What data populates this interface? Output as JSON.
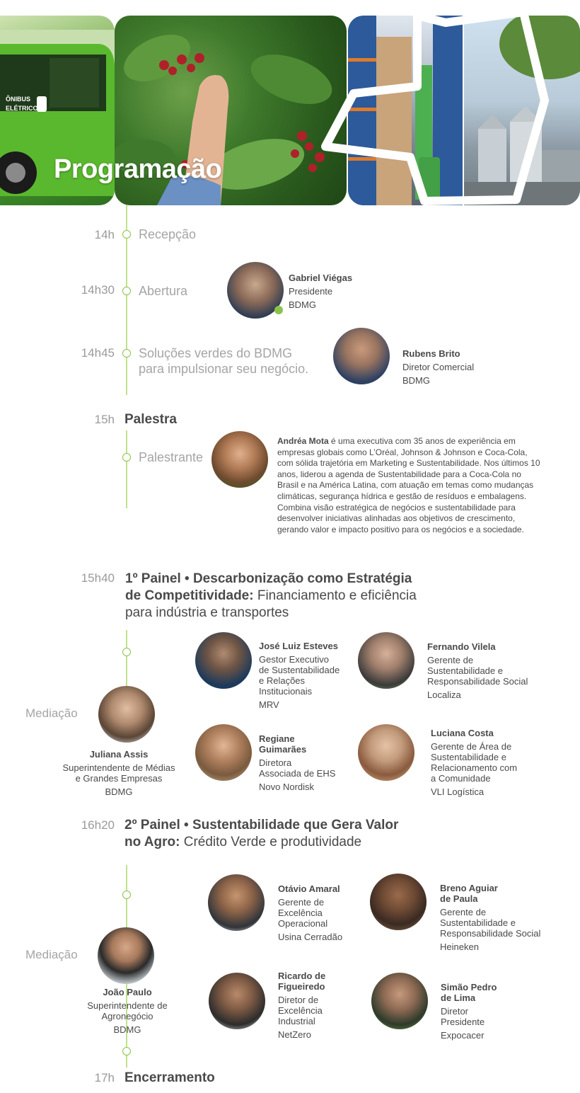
{
  "banner": {
    "title": "Programação",
    "bus_label_1": "ÔNIBUS",
    "bus_label_2": "ELÉTRICO",
    "accent": "#8bc34a"
  },
  "agenda": [
    {
      "time": "14h",
      "label": "Recepção"
    },
    {
      "time": "14h30",
      "label": "Abertura"
    },
    {
      "time": "14h45",
      "label_line1": "Soluções verdes do BDMG",
      "label_line2": "para impulsionar seu negócio."
    },
    {
      "time": "15h",
      "label": "Palestra"
    },
    {
      "label": "Palestrante"
    },
    {
      "time": "15h40",
      "bold1": "1º Painel • Descarbonização como Estratégia",
      "bold2": "de Competitividade:",
      "rest2": " Financiamento e eficiência",
      "line3": "para indústria e transportes"
    },
    {
      "time": "16h20",
      "bold1": "2º Painel • Sustentabilidade que Gera Valor",
      "bold2": "no Agro:",
      "rest2": " Crédito Verde e produtividade"
    },
    {
      "time": "17h",
      "label": "Encerramento"
    }
  ],
  "mediacao_label": "Mediação",
  "people": {
    "gabriel": {
      "name": "Gabriel Viégas",
      "role": "Presidente",
      "org": "BDMG"
    },
    "rubens": {
      "name": "Rubens Brito",
      "role": "Diretor Comercial",
      "org": "BDMG"
    },
    "andrea": {
      "name": "Andréa Mota",
      "bio": " é uma executiva com 35 anos de experiência em empresas globais como L’Oréal, Johnson & Johnson e Coca-Cola, com sólida trajetória em Marketing e Sustentabilidade. Nos últimos 10 anos, liderou a agenda de Sustentabilidade para a Coca-Cola no Brasil e na América Latina, com atuação em temas como mudanças climáticas, segurança hídrica e gestão de resíduos e embalagens. Combina visão estratégica de negócios e sustentabilidade para desenvolver iniciativas alinhadas aos objetivos de crescimento, gerando valor e impacto positivo para os negócios e a sociedade."
    },
    "jose": {
      "name": "José Luiz Esteves",
      "role_lines": [
        "Gestor Executivo",
        "de Sustentabilidade",
        "e Relações",
        "Institucionais"
      ],
      "org": "MRV"
    },
    "fernando": {
      "name": "Fernando Vilela",
      "role_lines": [
        "Gerente de",
        "Sustentabilidade e",
        "Responsabilidade Social"
      ],
      "org": "Localiza"
    },
    "juliana": {
      "name": "Juliana Assis",
      "role_lines": [
        "Superintendente de Médias",
        "e Grandes Empresas"
      ],
      "org": "BDMG"
    },
    "regiane": {
      "name_lines": [
        "Regiane",
        "Guimarães"
      ],
      "role_lines": [
        "Diretora",
        "Associada de EHS"
      ],
      "org": "Novo Nordisk"
    },
    "luciana": {
      "name": "Luciana Costa",
      "role_lines": [
        "Gerente de Área de",
        "Sustentabilidade e",
        "Relacionamento com",
        "a Comunidade"
      ],
      "org": "VLI Logística"
    },
    "otavio": {
      "name": "Otávio Amaral",
      "role_lines": [
        "Gerente de",
        "Excelência",
        "Operacional"
      ],
      "org": "Usina Cerradão"
    },
    "breno": {
      "name_lines": [
        "Breno Aguiar",
        "de Paula"
      ],
      "role_lines": [
        "Gerente de",
        "Sustentabilidade e",
        "Responsabilidade Social"
      ],
      "org": "Heineken"
    },
    "joao": {
      "name": "João Paulo",
      "role_lines": [
        "Superintendente de",
        "Agronegócio"
      ],
      "org": "BDMG"
    },
    "ricardo": {
      "name_lines": [
        "Ricardo de",
        "Figueiredo"
      ],
      "role_lines": [
        "Diretor de",
        "Excelência",
        "Industrial"
      ],
      "org": "NetZero"
    },
    "simao": {
      "name_lines": [
        "Simão Pedro",
        "de Lima"
      ],
      "role_lines": [
        "Diretor",
        "Presidente"
      ],
      "org": "Expocacer"
    }
  }
}
